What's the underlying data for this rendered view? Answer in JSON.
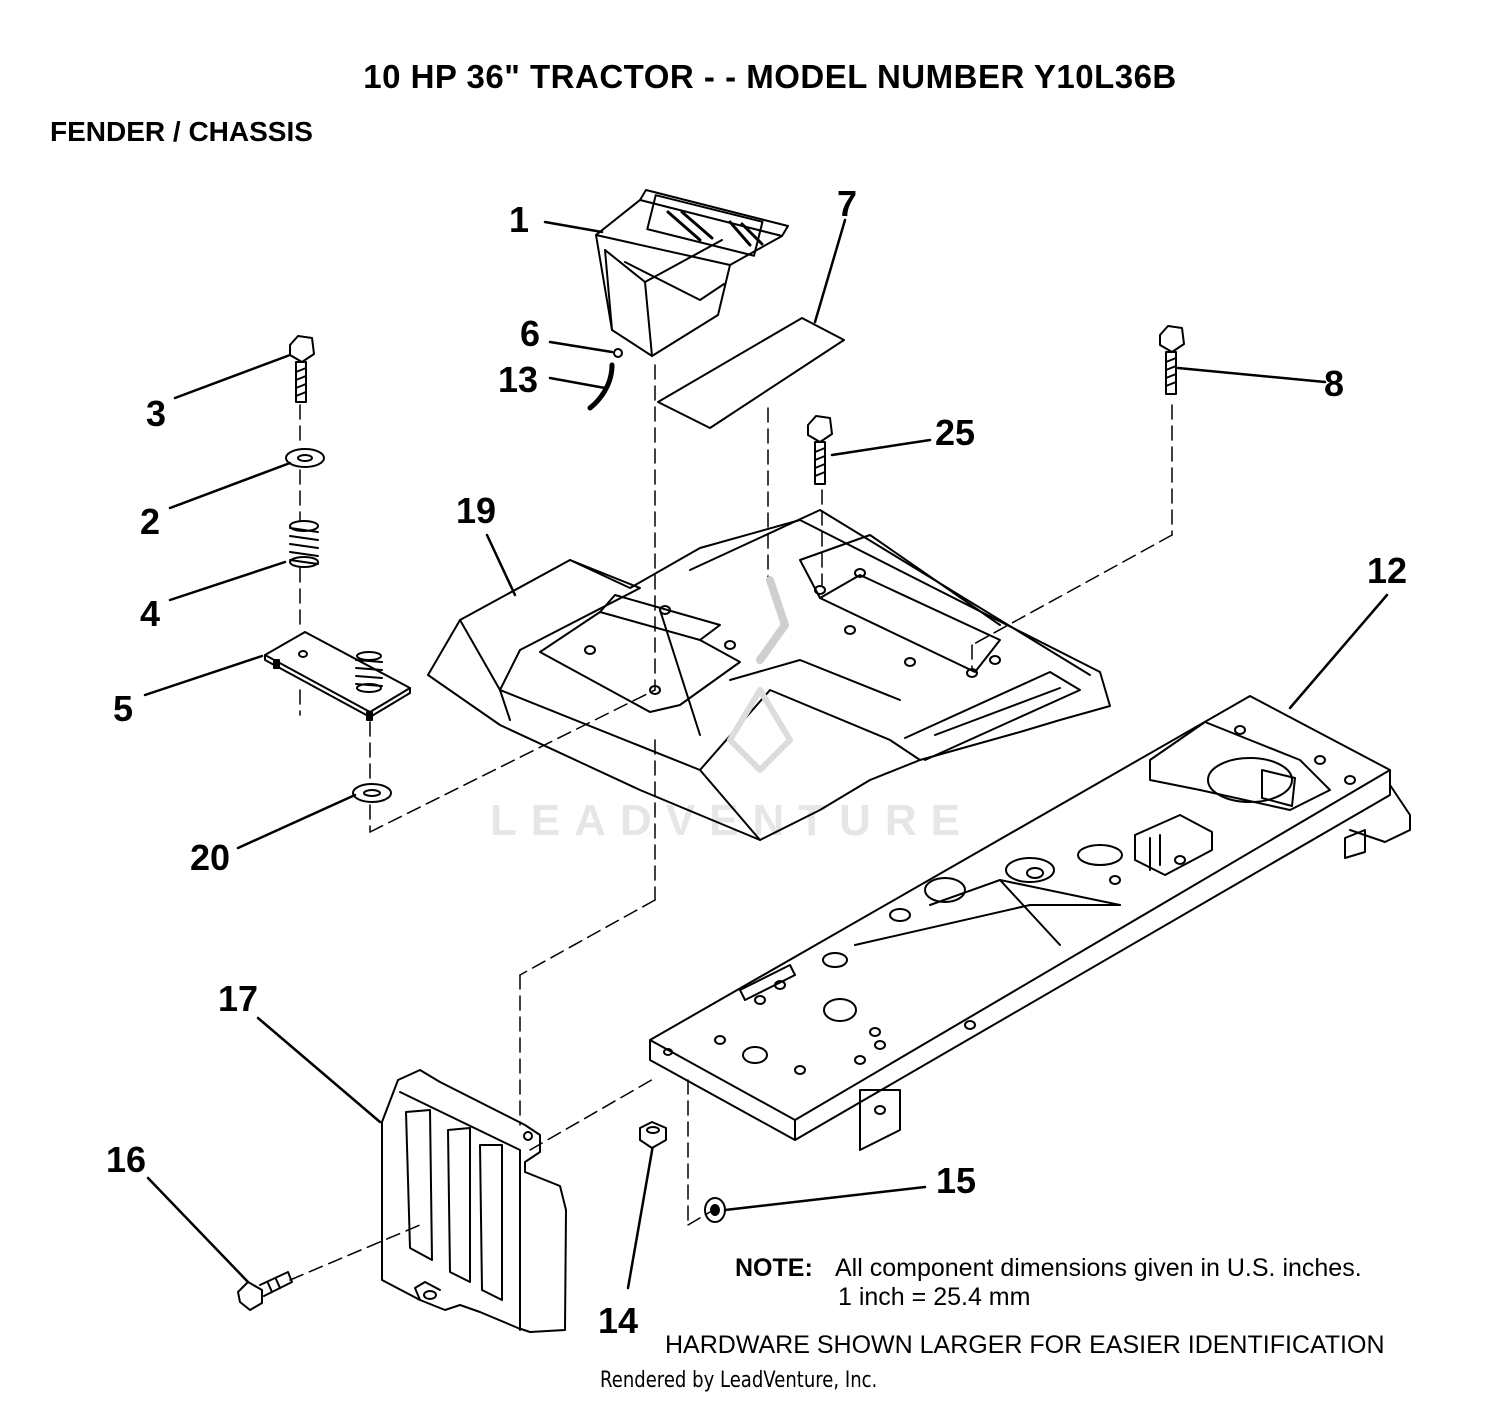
{
  "header": {
    "title": "10 HP 36\" TRACTOR - - MODEL NUMBER Y10L36B",
    "section": "FENDER / CHASSIS"
  },
  "callouts": [
    {
      "id": "c1",
      "label": "1"
    },
    {
      "id": "c7",
      "label": "7"
    },
    {
      "id": "c6",
      "label": "6"
    },
    {
      "id": "c13",
      "label": "13"
    },
    {
      "id": "c3",
      "label": "3"
    },
    {
      "id": "c8",
      "label": "8"
    },
    {
      "id": "c25",
      "label": "25"
    },
    {
      "id": "c2",
      "label": "2"
    },
    {
      "id": "c19",
      "label": "19"
    },
    {
      "id": "c4",
      "label": "4"
    },
    {
      "id": "c12",
      "label": "12"
    },
    {
      "id": "c5",
      "label": "5"
    },
    {
      "id": "c20",
      "label": "20"
    },
    {
      "id": "c17",
      "label": "17"
    },
    {
      "id": "c16",
      "label": "16"
    },
    {
      "id": "c15",
      "label": "15"
    },
    {
      "id": "c14",
      "label": "14"
    }
  ],
  "note": {
    "label": "NOTE:",
    "line1": "All component dimensions given in U.S. inches.",
    "line2": "1 inch = 25.4 mm"
  },
  "hardware_note": "HARDWARE SHOWN LARGER FOR EASIER IDENTIFICATION",
  "rendered_by": "Rendered by LeadVenture, Inc.",
  "watermark": "LEADVENTURE"
}
